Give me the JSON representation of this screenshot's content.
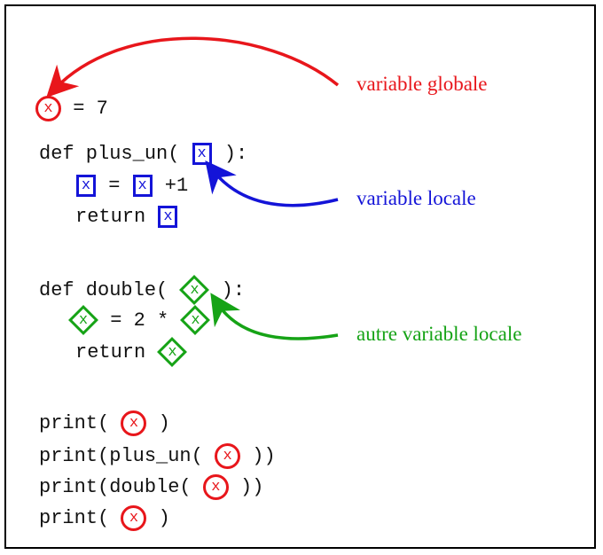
{
  "colors": {
    "global": "#e8161b",
    "local": "#1414d8",
    "other": "#16a316"
  },
  "labels": {
    "global": "variable globale",
    "local": "variable locale",
    "other": "autre variable locale"
  },
  "code": [
    [
      {
        "v": "global",
        "t": "x"
      },
      {
        "t": " = 7"
      }
    ],
    [
      {
        "t": "def plus_un( "
      },
      {
        "v": "local",
        "t": "x"
      },
      {
        "t": " ):"
      }
    ],
    [
      {
        "v": "local",
        "t": "x"
      },
      {
        "t": " = "
      },
      {
        "v": "local",
        "t": "x"
      },
      {
        "t": " +1"
      }
    ],
    [
      {
        "t": "return "
      },
      {
        "v": "local",
        "t": "x"
      }
    ],
    [
      {
        "t": "def double( "
      },
      {
        "v": "other",
        "t": "x"
      },
      {
        "t": " ):"
      }
    ],
    [
      {
        "v": "other",
        "t": "x"
      },
      {
        "t": " = 2 * "
      },
      {
        "v": "other",
        "t": "x"
      }
    ],
    [
      {
        "t": "return "
      },
      {
        "v": "other",
        "t": "x"
      }
    ],
    [
      {
        "t": "print( "
      },
      {
        "v": "global",
        "t": "x"
      },
      {
        "t": " )"
      }
    ],
    [
      {
        "t": "print(plus_un( "
      },
      {
        "v": "global",
        "t": "x"
      },
      {
        "t": " ))"
      }
    ],
    [
      {
        "t": "print(double( "
      },
      {
        "v": "global",
        "t": "x"
      },
      {
        "t": " ))"
      }
    ],
    [
      {
        "t": "print( "
      },
      {
        "v": "global",
        "t": "x"
      },
      {
        "t": " )"
      }
    ]
  ]
}
